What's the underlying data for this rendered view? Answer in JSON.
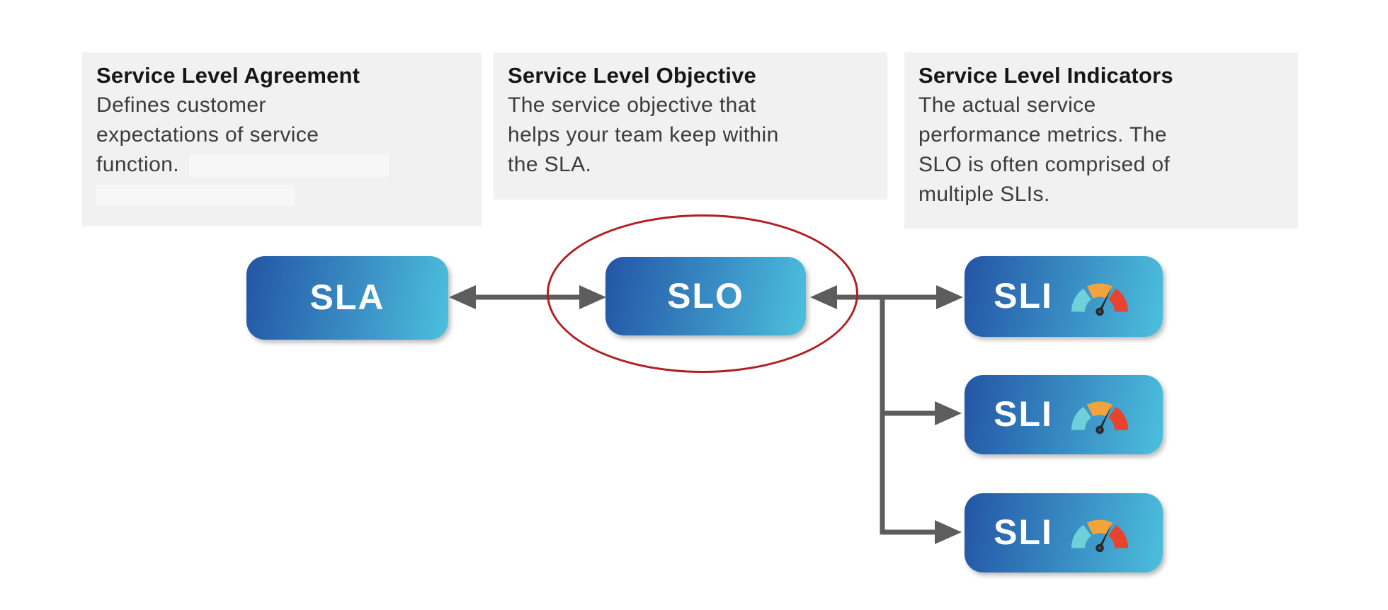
{
  "diagram_title": "SLA / SLO / SLI relationship diagram",
  "cards": [
    {
      "title": "Service Level Agreement",
      "lines": [
        "Defines customer",
        "expectations of service",
        "function."
      ],
      "redacted": true
    },
    {
      "title": "Service Level Objective",
      "lines": [
        "The service objective that",
        "helps your team keep within",
        "the SLA."
      ],
      "redacted": false
    },
    {
      "title": "Service Level Indicators",
      "lines": [
        "The actual service",
        "performance metrics. The",
        "SLO is often comprised of",
        "multiple SLIs."
      ],
      "redacted": false
    }
  ],
  "nodes": {
    "sla": "SLA",
    "slo": "SLO",
    "sli1": "SLI",
    "sli2": "SLI",
    "sli3": "SLI"
  },
  "annotation": {
    "type": "hand-drawn ellipse highlight",
    "around": "SLO node",
    "color": "#b01f24"
  },
  "icons": {
    "gauge": "speedometer-gauge-icon (teal/orange/red arc with needle)"
  },
  "connections": [
    {
      "from": "SLA",
      "to": "SLO",
      "style": "double-headed arrow"
    },
    {
      "from": "SLO",
      "to": "SLI1",
      "style": "double-headed arrow with branch junction"
    },
    {
      "from": "junction",
      "to": "SLI2",
      "style": "arrow"
    },
    {
      "from": "junction",
      "to": "SLI3",
      "style": "arrow"
    }
  ],
  "colors": {
    "card_background": "#f1f1f2",
    "redaction_bar": "#f7f7f8",
    "node_gradient_start": "#2355a5",
    "node_gradient_end": "#4cc0dd",
    "node_text": "#ffffff",
    "arrow": "#5d5d5d",
    "highlight_ellipse": "#b01f24",
    "gauge_teal": "#6fd0da",
    "gauge_orange": "#f2a33b",
    "gauge_red": "#e9432e",
    "gauge_needle": "#26282b",
    "card_title_text": "#161616",
    "card_body_text": "#3c3c3c"
  }
}
